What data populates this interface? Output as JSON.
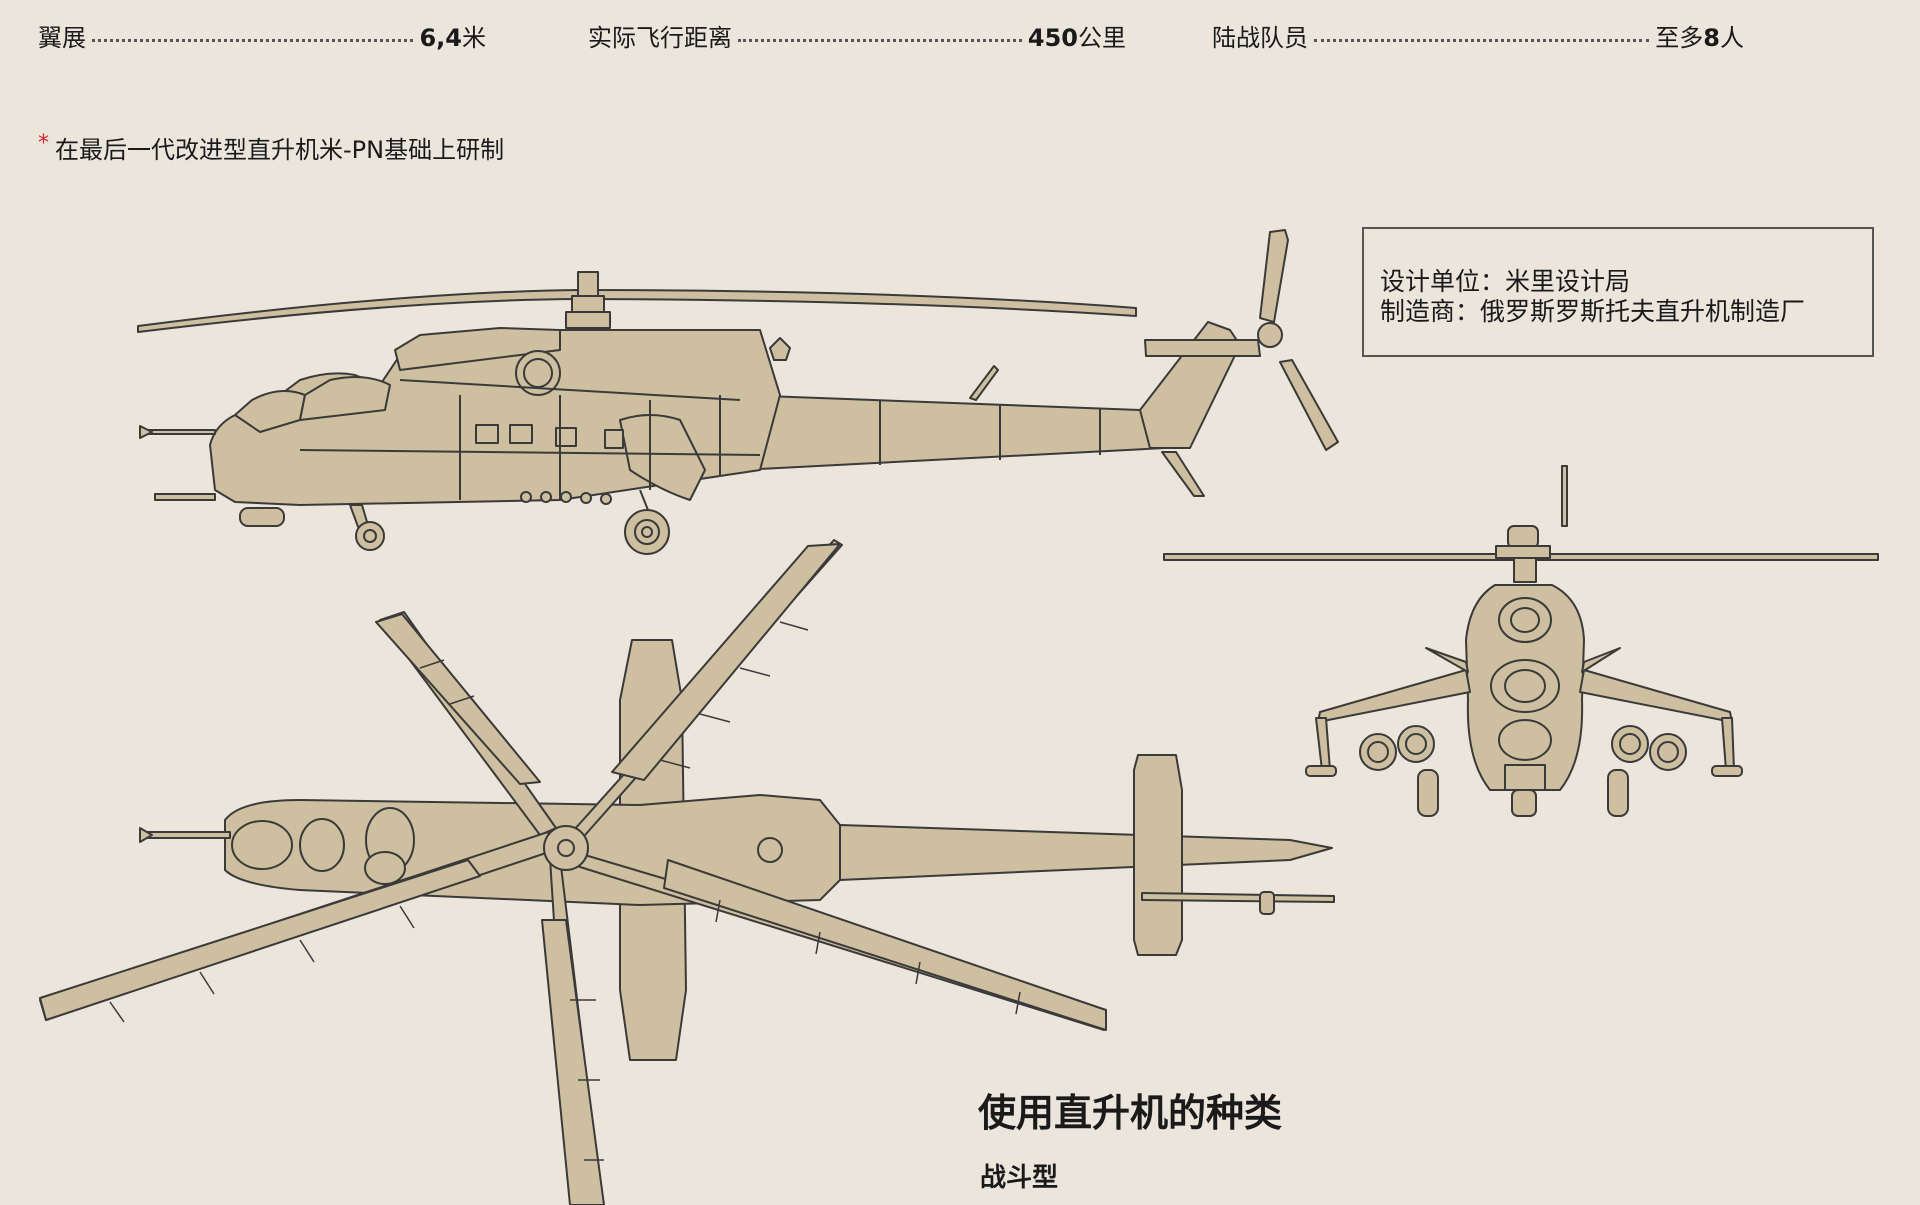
{
  "specs": [
    {
      "label": "翼展",
      "value": "6,4",
      "unit": "米"
    },
    {
      "label": "实际飞行距离",
      "value": "450",
      "unit": "公里"
    },
    {
      "label": "陆战队员",
      "value": "8",
      "unit": "人",
      "prefix": "至多"
    }
  ],
  "footnote": {
    "marker": "*",
    "text": "在最后一代改进型直升机米-PN基础上研制"
  },
  "info": {
    "designer": "设计单位：米里设计局",
    "manufacturer": "制造商：俄罗斯罗斯托夫直升机制造厂"
  },
  "section": {
    "title": "使用直升机的种类",
    "subtitle": "战斗型"
  },
  "colors": {
    "background": "#ebe5dc",
    "fill": "#cdbf9f",
    "line": "#3a3a3a",
    "accent": "#d8222f"
  }
}
